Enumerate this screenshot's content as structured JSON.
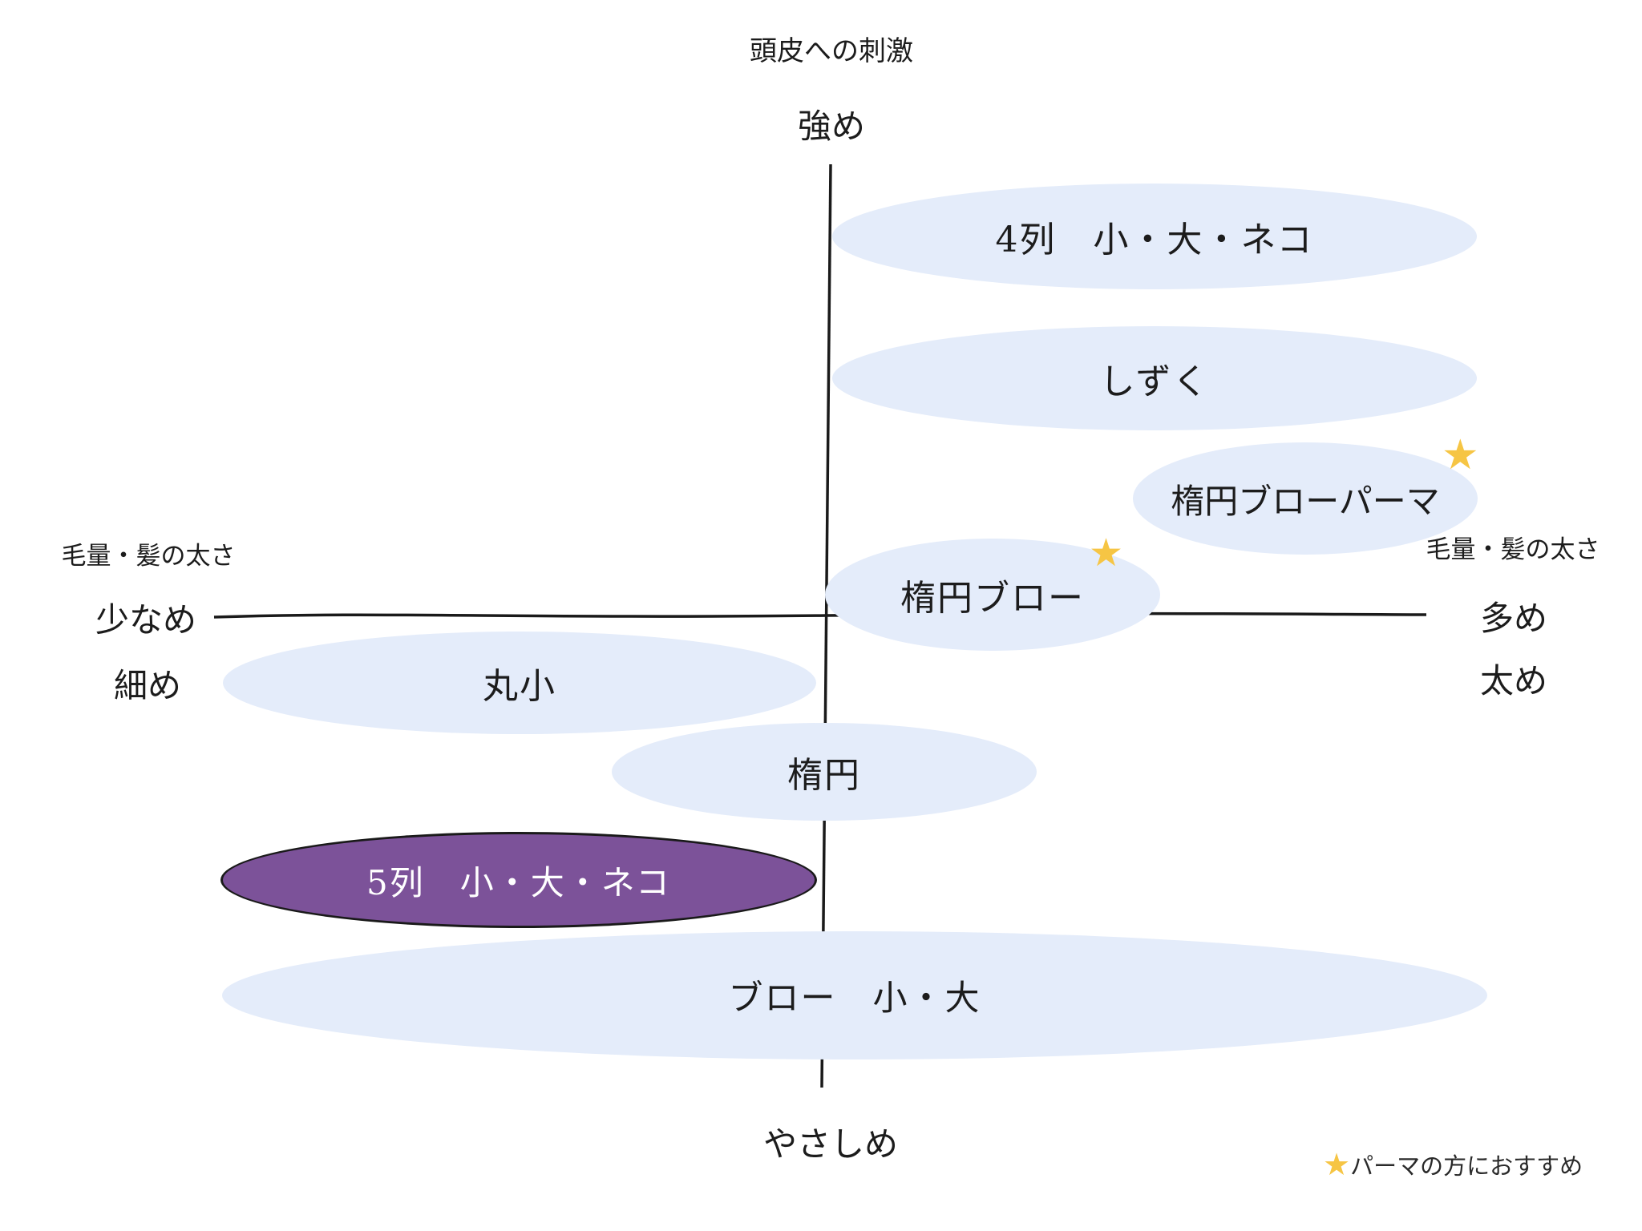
{
  "axes": {
    "y_axis_title": "頭皮への刺激",
    "y_max_label": "強め",
    "y_min_label": "やさしめ",
    "x_axis_title_left": "毛量・髪の太さ",
    "x_axis_title_right": "毛量・髪の太さ",
    "x_min_label_line1": "少なめ",
    "x_min_label_line2": "細め",
    "x_max_label_line1": "多め",
    "x_max_label_line2": "太め"
  },
  "bubbles": [
    {
      "label": "4列　小・大・ネコ",
      "starred": false,
      "highlighted": false
    },
    {
      "label": "しずく",
      "starred": false,
      "highlighted": false
    },
    {
      "label": "楕円ブローパーマ",
      "starred": true,
      "highlighted": false
    },
    {
      "label": "楕円ブロー",
      "starred": true,
      "highlighted": false
    },
    {
      "label": "丸小",
      "starred": false,
      "highlighted": false
    },
    {
      "label": "楕円",
      "starred": false,
      "highlighted": false
    },
    {
      "label": "5列　小・大・ネコ",
      "starred": false,
      "highlighted": true
    },
    {
      "label": "ブロー　小・大",
      "starred": false,
      "highlighted": false
    }
  ],
  "glyphs": {
    "star": "★"
  },
  "legend": {
    "text": "パーマの方におすすめ"
  },
  "colors": {
    "bubble_fill": "#e4ecfa",
    "highlight_fill": "#7c5299",
    "highlight_text": "#ffffff",
    "highlight_border": "#1a1a1a",
    "star": "#f6c544",
    "axis": "#1a1a1a",
    "text": "#1c1c1c"
  },
  "chart_data": {
    "type": "scatter",
    "title": "",
    "x_axis": {
      "title": "毛量・髪の太さ",
      "min_label": "少なめ／細め",
      "max_label": "多め／太め",
      "range": [
        -1,
        1
      ]
    },
    "y_axis": {
      "title": "頭皮への刺激",
      "min_label": "やさしめ",
      "max_label": "強め",
      "range": [
        -1,
        1
      ]
    },
    "points": [
      {
        "label": "4列　小・大・ネコ",
        "x": 0.54,
        "y": 0.83,
        "x_extent": 1.06,
        "recommended_for_perm": false,
        "highlighted": false
      },
      {
        "label": "しずく",
        "x": 0.54,
        "y": 0.52,
        "x_extent": 1.06,
        "recommended_for_perm": false,
        "highlighted": false
      },
      {
        "label": "楕円ブローパーマ",
        "x": 0.79,
        "y": 0.26,
        "x_extent": 0.57,
        "recommended_for_perm": true,
        "highlighted": false
      },
      {
        "label": "楕円ブロー",
        "x": 0.27,
        "y": 0.05,
        "x_extent": 0.55,
        "recommended_for_perm": true,
        "highlighted": false
      },
      {
        "label": "丸小",
        "x": -0.51,
        "y": -0.15,
        "x_extent": 0.98,
        "recommended_for_perm": false,
        "highlighted": false
      },
      {
        "label": "楕円",
        "x": -0.01,
        "y": -0.34,
        "x_extent": 0.7,
        "recommended_for_perm": false,
        "highlighted": false
      },
      {
        "label": "5列　小・大・ネコ",
        "x": -0.51,
        "y": -0.58,
        "x_extent": 0.98,
        "recommended_for_perm": false,
        "highlighted": true
      },
      {
        "label": "ブロー　小・大",
        "x": 0.04,
        "y": -0.83,
        "x_extent": 2.09,
        "recommended_for_perm": false,
        "highlighted": false
      }
    ],
    "legend": "★ = パーマの方におすすめ",
    "grid": false,
    "legend_position": "bottom-right"
  }
}
